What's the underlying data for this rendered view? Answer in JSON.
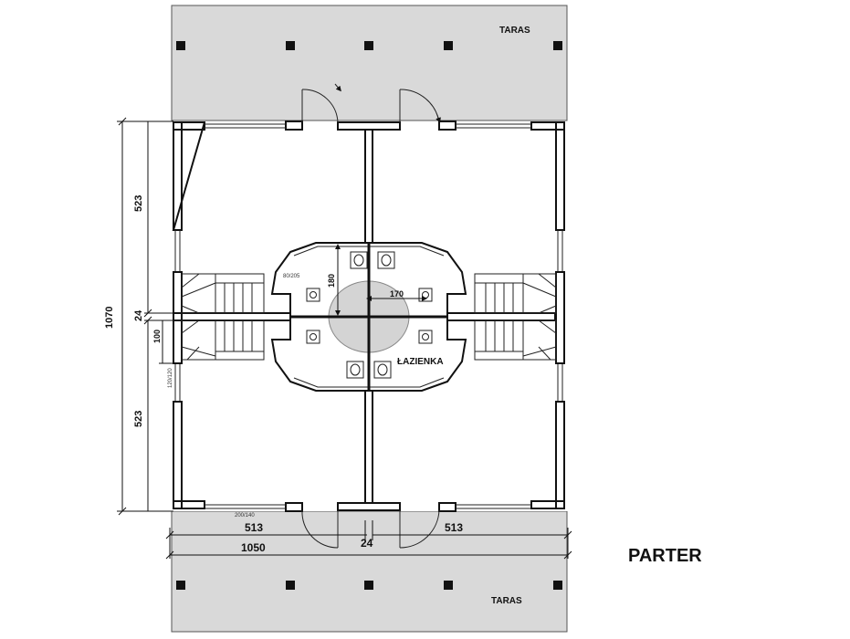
{
  "labels": {
    "terrace_top": "TARAS",
    "terrace_bottom": "TARAS",
    "bathroom": "ŁAZIENKA",
    "plan_title": "PARTER"
  },
  "annotations": {
    "door_size": "80/205",
    "window_bottom": "200/140",
    "window_left": "120/120"
  },
  "dimensions": {
    "total_height": "1070",
    "upper_height": "523",
    "lower_height": "523",
    "wall_thickness_left": "24",
    "stair_depth": "100",
    "bath_height": "180",
    "bath_width": "170",
    "left_width": "513",
    "right_width": "513",
    "center_wall": "24",
    "total_width": "1050"
  },
  "colors": {
    "terrace_fill": "#d9d9d9",
    "bath_fill": "#d4d4d4",
    "wall": "#111111"
  }
}
